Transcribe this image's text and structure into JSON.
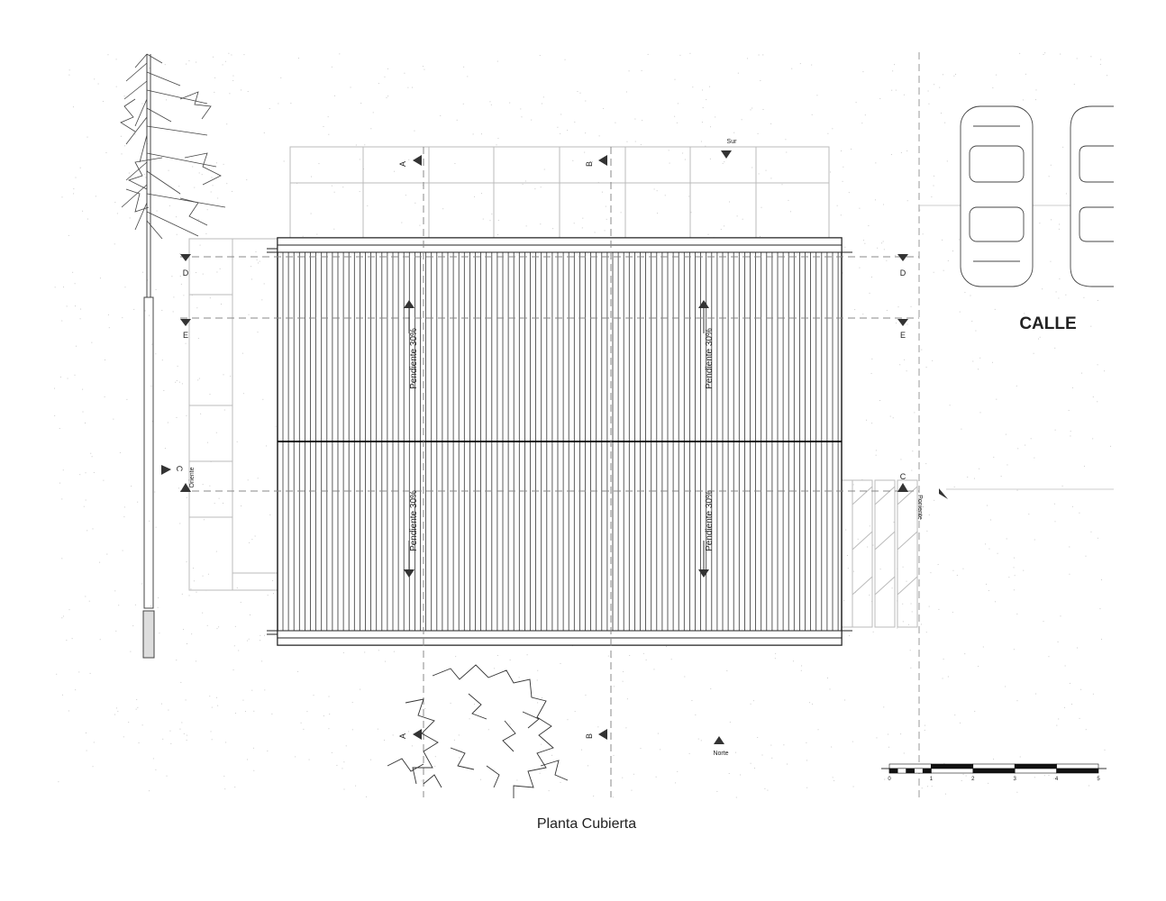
{
  "title": "Planta Cubierta",
  "street_label": "CALLE",
  "orientation": {
    "south": "Sur",
    "north": "Norte",
    "east": "Oriente",
    "west": "Poniente"
  },
  "section_markers": {
    "a": "A",
    "b": "B",
    "c": "C",
    "d": "D",
    "e": "E"
  },
  "slope_label": "Pendiente 30%",
  "scale_bar": {
    "ticks": [
      "0",
      "1",
      "2",
      "3",
      "4",
      "5"
    ]
  },
  "colors": {
    "line": "#222222",
    "light": "#bbbbbb",
    "dash": "#999999"
  }
}
